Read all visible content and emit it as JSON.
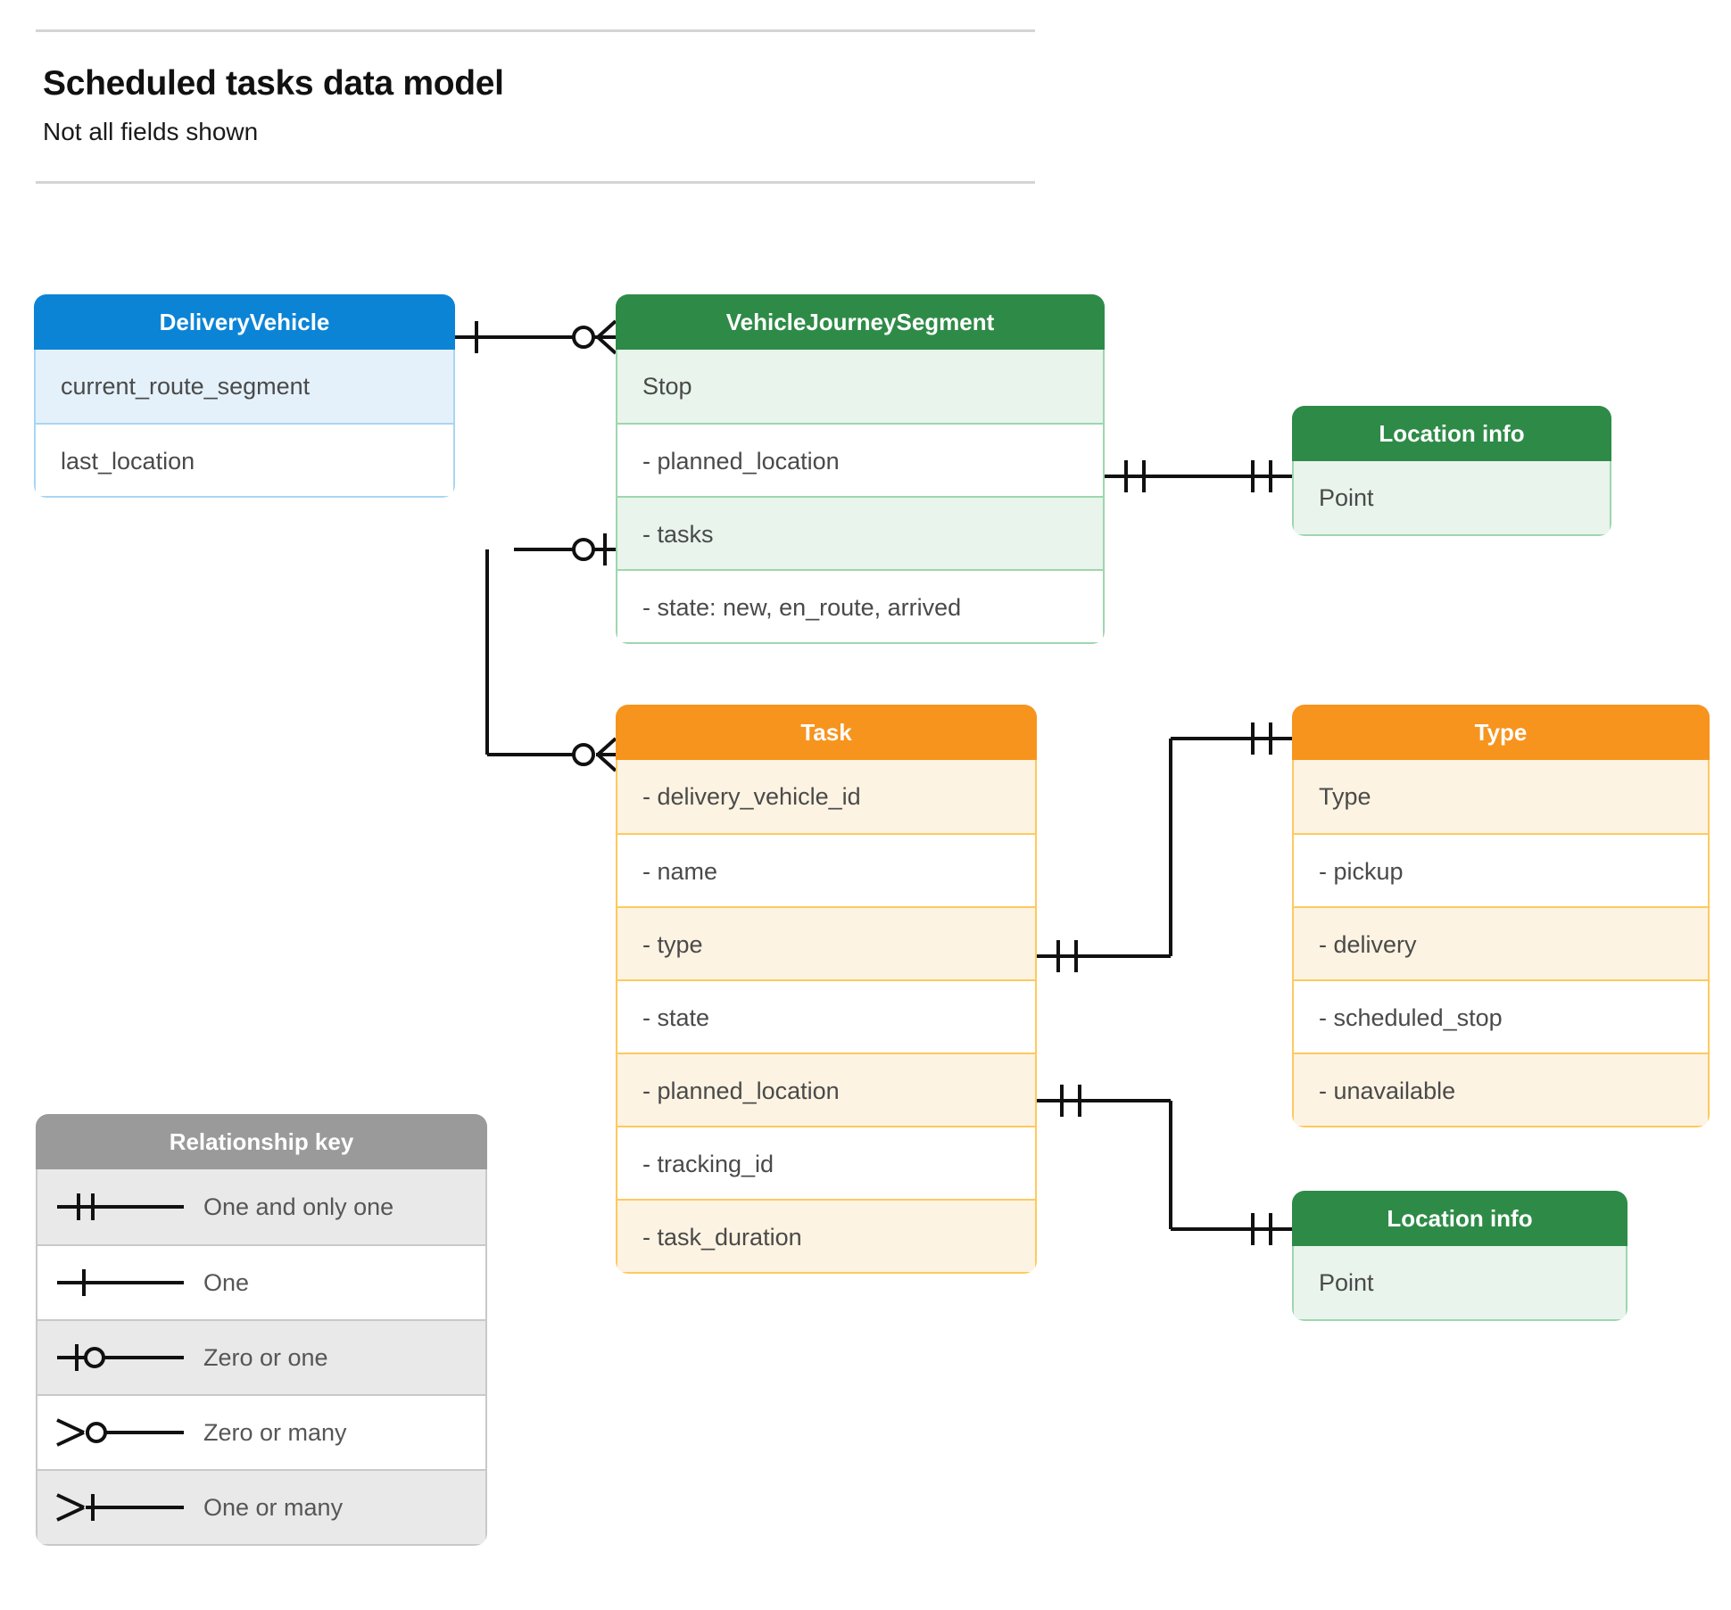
{
  "header": {
    "title": "Scheduled tasks data model",
    "subtitle": "Not all fields shown"
  },
  "colors": {
    "blue": "#0b84d6",
    "blue_row": "#e4f1fb",
    "green": "#2e8b47",
    "green_row": "#e8f4ec",
    "orange": "#f7941e",
    "orange_row": "#fdf3e2",
    "grey": "#9a9a9a",
    "grey_row": "#e9e9e9",
    "connector": "#111111",
    "text": "#4a4a4a"
  },
  "entities": {
    "delivery_vehicle": {
      "title": "DeliveryVehicle",
      "theme": "blue",
      "rows": [
        "current_route_segment",
        "last_location"
      ]
    },
    "vehicle_journey_segment": {
      "title": "VehicleJourneySegment",
      "theme": "green",
      "rows": [
        "Stop",
        "-  planned_location",
        "- tasks",
        "- state: new, en_route, arrived"
      ]
    },
    "location_info_top": {
      "title": "Location info",
      "theme": "green",
      "rows": [
        "Point"
      ]
    },
    "task": {
      "title": "Task",
      "theme": "orange",
      "rows": [
        "- delivery_vehicle_id",
        "- name",
        "- type",
        "- state",
        "- planned_location",
        "- tracking_id",
        "- task_duration"
      ]
    },
    "type": {
      "title": "Type",
      "theme": "orange",
      "rows": [
        "Type",
        "-   pickup",
        "-   delivery",
        "-   scheduled_stop",
        "-   unavailable"
      ]
    },
    "location_info_bottom": {
      "title": "Location info",
      "theme": "green",
      "rows": [
        "Point"
      ]
    }
  },
  "legend": {
    "title": "Relationship key",
    "items": [
      {
        "symbol": "one-and-only-one",
        "label": "One and only one"
      },
      {
        "symbol": "one",
        "label": "One"
      },
      {
        "symbol": "zero-or-one",
        "label": "Zero or one"
      },
      {
        "symbol": "zero-or-many",
        "label": "Zero or many"
      },
      {
        "symbol": "one-or-many",
        "label": "One or many"
      }
    ]
  },
  "relationships": [
    {
      "from": "DeliveryVehicle",
      "from_notation": "one",
      "to": "VehicleJourneySegment",
      "to_notation": "zero-or-many"
    },
    {
      "from": "VehicleJourneySegment.planned_location",
      "from_notation": "one-and-only-one",
      "to": "Location info",
      "to_notation": "one-and-only-one"
    },
    {
      "from": "VehicleJourneySegment.tasks",
      "from_notation": "zero-or-one",
      "to": "Task",
      "to_notation": "zero-or-many"
    },
    {
      "from": "Task.type",
      "from_notation": "one-and-only-one",
      "to": "Type",
      "to_notation": "one-and-only-one"
    },
    {
      "from": "Task.planned_location",
      "from_notation": "one-and-only-one",
      "to": "Location info",
      "to_notation": "one-and-only-one"
    }
  ]
}
